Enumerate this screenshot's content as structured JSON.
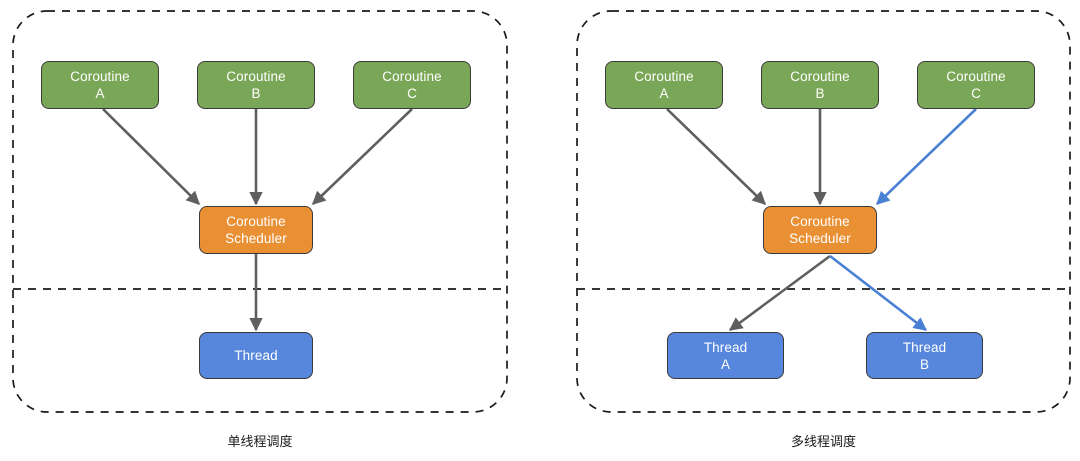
{
  "diagram": {
    "title_left": "单线程调度",
    "title_right": "多线程调度",
    "colors": {
      "coroutine": "#7aa757",
      "scheduler": "#e99034",
      "thread": "#5687dd",
      "arrow_gray": "#5f5f5f",
      "arrow_blue": "#4a80d4",
      "container_border": "#1a1a1a",
      "node_border": "#3a3a3a",
      "background": "#ffffff",
      "label_text": "#1a1a1a"
    },
    "panels": [
      {
        "id": "single-thread",
        "caption": "单线程调度",
        "nodes": {
          "coroutine_a": {
            "l1": "Coroutine",
            "l2": "A"
          },
          "coroutine_b": {
            "l1": "Coroutine",
            "l2": "B"
          },
          "coroutine_c": {
            "l1": "Coroutine",
            "l2": "C"
          },
          "scheduler": {
            "l1": "Coroutine",
            "l2": "Scheduler"
          },
          "thread": {
            "l1": "Thread",
            "l2": ""
          }
        },
        "edges": [
          {
            "from": "coroutine_a",
            "to": "scheduler",
            "color": "#5f5f5f"
          },
          {
            "from": "coroutine_b",
            "to": "scheduler",
            "color": "#5f5f5f"
          },
          {
            "from": "coroutine_c",
            "to": "scheduler",
            "color": "#5f5f5f"
          },
          {
            "from": "scheduler",
            "to": "thread",
            "color": "#5f5f5f"
          }
        ]
      },
      {
        "id": "multi-thread",
        "caption": "多线程调度",
        "nodes": {
          "coroutine_a": {
            "l1": "Coroutine",
            "l2": "A"
          },
          "coroutine_b": {
            "l1": "Coroutine",
            "l2": "B"
          },
          "coroutine_c": {
            "l1": "Coroutine",
            "l2": "C"
          },
          "scheduler": {
            "l1": "Coroutine",
            "l2": "Scheduler"
          },
          "thread_a": {
            "l1": "Thread",
            "l2": "A"
          },
          "thread_b": {
            "l1": "Thread",
            "l2": "B"
          }
        },
        "edges": [
          {
            "from": "coroutine_a",
            "to": "scheduler",
            "color": "#5f5f5f"
          },
          {
            "from": "coroutine_b",
            "to": "scheduler",
            "color": "#5f5f5f"
          },
          {
            "from": "coroutine_c",
            "to": "scheduler",
            "color": "#4a80d4"
          },
          {
            "from": "scheduler",
            "to": "thread_a",
            "color": "#5f5f5f"
          },
          {
            "from": "scheduler",
            "to": "thread_b",
            "color": "#4a80d4"
          }
        ]
      }
    ]
  }
}
